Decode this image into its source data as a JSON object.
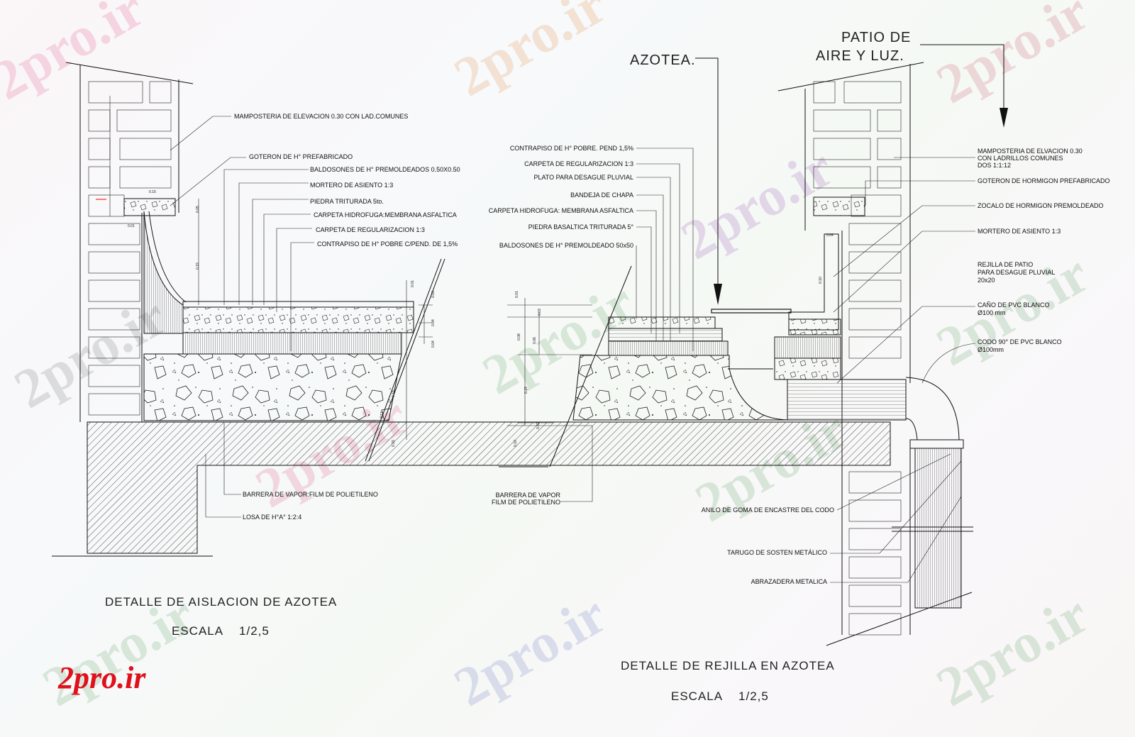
{
  "left_detail": {
    "title": "DETALLE DE AISLACION DE AZOTEA",
    "scale": "ESCALA    1/2,5",
    "labels": [
      "MAMPOSTERIA DE ELEVACION 0.30 CON LAD.COMUNES",
      "GOTERON DE H° PREFABRICADO",
      "BALDOSONES DE H° PREMOLDEADOS 0.50X0.50",
      "MORTERO DE ASIENTO 1:3",
      "PIEDRA TRITURADA 5to.",
      "CARPETA HIDROFUGA:MEMBRANA ASFALTICA",
      "CARPETA DE REGULARIZACION 1:3",
      "CONTRAPISO DE H° POBRE C/PEND. DE 1,5%",
      "BARRERA DE VAPOR:FILM DE POLIETILENO",
      "LOSA DE H°A° 1:2:4"
    ]
  },
  "right_detail": {
    "title": "DETALLE DE REJILLA EN AZOTEA",
    "scale": "ESCALA    1/2,5",
    "azotea": "AZOTEA.",
    "patio_line1": "PATIO DE",
    "patio_line2": "AIRE Y LUZ.",
    "left_labels": [
      "CONTRAPISO DE H° POBRE. PEND 1,5%",
      "CARPETA DE REGULARIZACION 1:3",
      "PLATO PARA DESAGUE PLUVIAL",
      "BANDEJA DE CHAPA",
      "CARPETA HIDROFUGA: MEMBRANA ASFALTICA",
      "PIEDRA BASALTICA TRITURADA 5°",
      "BALDOSONES DE H° PREMOLDEADO 50x50"
    ],
    "vapor_line1": "BARRERA DE VAPOR",
    "vapor_line2": "FILM DE POLIETILENO",
    "mamp_line1": "MAMPOSTERIA DE ELVACION 0.30",
    "mamp_line2": "CON LADRILLOS COMUNES",
    "mamp_line3": "DOS 1:1:12",
    "goteron": "GOTERON DE HORMIGON PREFABRICADO",
    "zocalo": "ZOCALO DE HORMIGON PREMOLDEADO",
    "mortero": "MORTERO DE ASIENTO 1:3",
    "rejilla_line1": "REJILLA DE PATIO",
    "rejilla_line2": "PARA DESAGUE PLUVIAL",
    "rejilla_line3": "20x20",
    "cano_line1": "CAÑO DE PVC BLANCO",
    "cano_line2": "Ø100 mm",
    "codo_line1": "CODO 90° DE PVC BLANCO",
    "codo_line2": "Ø100mm",
    "anilo": "ANILO DE GOMA DE ENCASTRE DEL CODO",
    "tarugo": "TARUGO DE SOSTEN METÁLICO",
    "abrazadera": "ABRAZADERA METALICA"
  },
  "watermark": "2pro.ir",
  "logo": "2pro.ir",
  "colors": {
    "logo": "#e0101c",
    "line": "#111111"
  }
}
